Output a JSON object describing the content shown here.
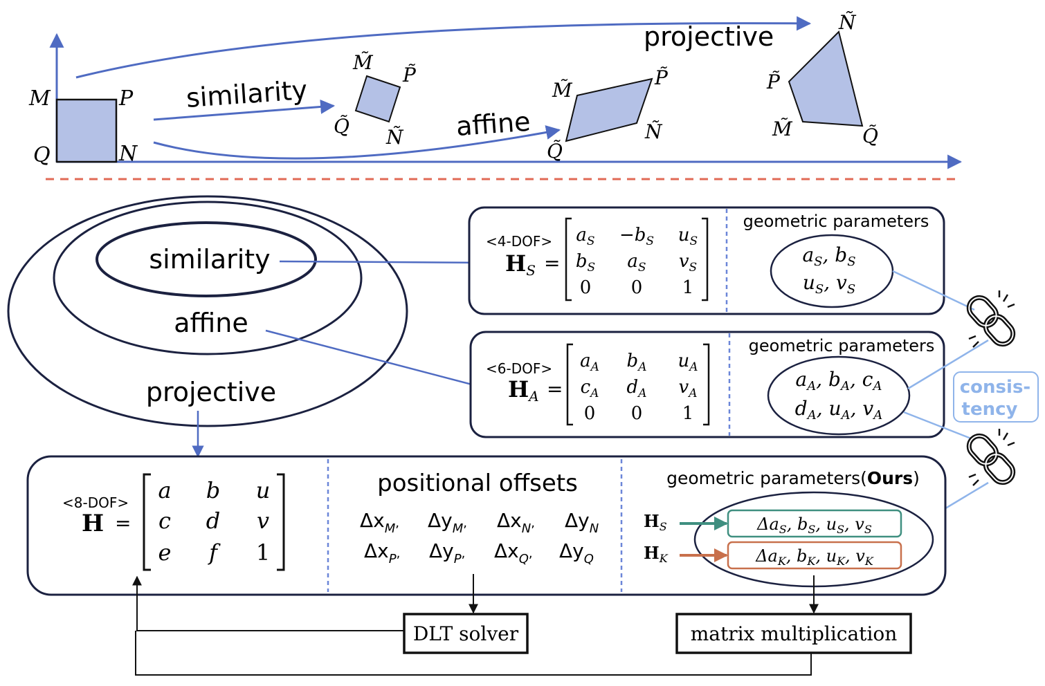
{
  "colors": {
    "blue_arrow": "#4f6bc2",
    "shape_fill": "#b4c1e6",
    "dark_frame": "#1b2140",
    "red_dash": "#e06a55",
    "teal": "#3f8f80",
    "orange": "#c8704c",
    "light_blue": "#8fb4ea",
    "consistency_text": "#8fb4ea"
  },
  "top": {
    "labels": {
      "similarity": "similarity",
      "affine": "affine",
      "projective": "projective"
    },
    "points": {
      "M": "M",
      "P": "P",
      "Q": "Q",
      "N": "N",
      "Mt": "M̃",
      "Pt": "P̃",
      "Qt": "Q̃",
      "Nt": "Ñ"
    }
  },
  "ellipses": {
    "similarity": "similarity",
    "affine": "affine",
    "projective": "projective"
  },
  "hs_box": {
    "dof": "<4-DOF>",
    "H": "H",
    "sub": "S",
    "eq": "=",
    "matrix": [
      [
        "a_S",
        "−b_S",
        "u_S"
      ],
      [
        "b_S",
        "a_S",
        "v_S"
      ],
      [
        "0",
        "0",
        "1"
      ]
    ],
    "geo_title": "geometric parameters",
    "params_line1": "a_S, b_S",
    "params_line2": "u_S, v_S"
  },
  "ha_box": {
    "dof": "<6-DOF>",
    "H": "H",
    "sub": "A",
    "eq": "=",
    "matrix": [
      [
        "a_A",
        "b_A",
        "u_A"
      ],
      [
        "c_A",
        "d_A",
        "v_A"
      ],
      [
        "0",
        "0",
        "1"
      ]
    ],
    "geo_title": "geometric parameters",
    "params_line1": "a_A, b_A, c_A",
    "params_line2": "d_A, u_A, v_A"
  },
  "consistency": {
    "line1": "consis-",
    "line2": "tency"
  },
  "bottom_box": {
    "dof": "<8-DOF>",
    "H": "H",
    "eq": "=",
    "matrix": [
      [
        "a",
        "b",
        "u"
      ],
      [
        "c",
        "d",
        "v"
      ],
      [
        "e",
        "f",
        "1"
      ]
    ],
    "offsets_title": "positional offsets",
    "offsets_row1": [
      "Δx_M,",
      "Δy_M,",
      "Δx_N,",
      "Δy_N"
    ],
    "offsets_row2": [
      "Δx_P,",
      "Δy_P,",
      "Δx_Q,",
      "Δy_Q"
    ],
    "geo_title_prefix": "geometric parameters(",
    "geo_title_bold": "Ours",
    "geo_title_suffix": ")",
    "hs_label": "H",
    "hs_sub": "S",
    "hk_label": "H",
    "hk_sub": "K",
    "hs_params": "Δa_S, b_S, u_S, v_S",
    "hk_params": "Δa_K, b_K, u_K, v_K"
  },
  "solvers": {
    "dlt": "DLT solver",
    "matmul": "matrix multiplication"
  }
}
